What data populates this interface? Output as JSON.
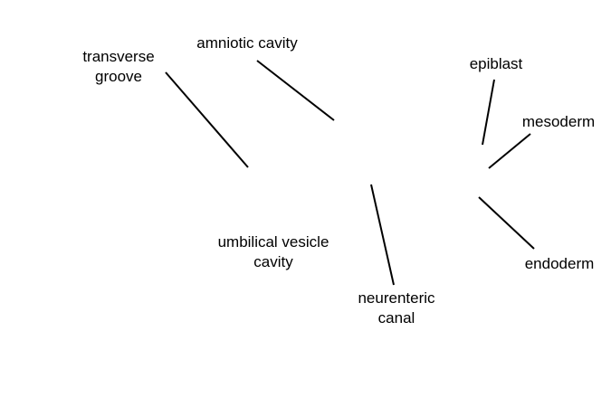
{
  "labels": {
    "transverse_groove": [
      "transverse",
      "groove"
    ],
    "amniotic_cavity": "amniotic cavity",
    "epiblast": "epiblast",
    "mesoderm": "mesoderm",
    "endoderm": "endoderm",
    "umbilical_vesicle_cavity": [
      "umbilical vesicle",
      "cavity"
    ],
    "neurenteric_canal": [
      "neurenteric",
      "canal"
    ]
  },
  "colors": {
    "background": "#ffffff",
    "text": "#000000",
    "leader_lines": "#000000"
  }
}
